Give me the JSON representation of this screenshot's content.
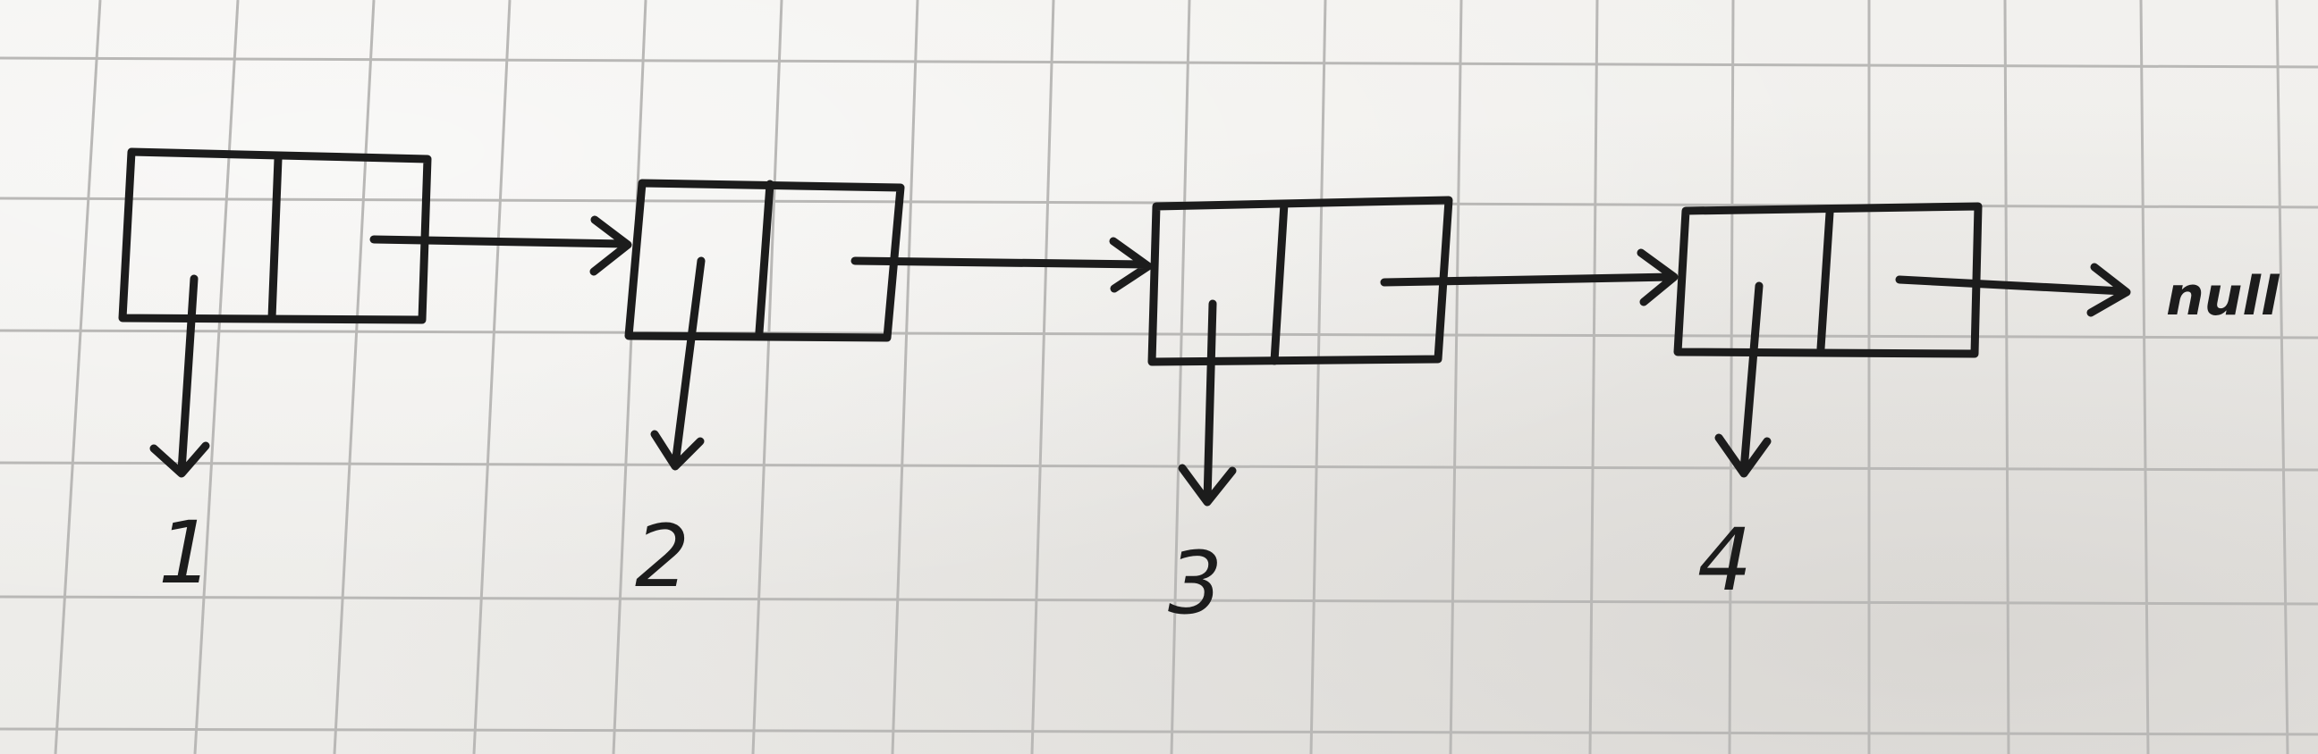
{
  "diagram": {
    "type": "singly-linked-list",
    "nodes": [
      {
        "value": "1"
      },
      {
        "value": "2"
      },
      {
        "value": "3"
      },
      {
        "value": "4"
      }
    ],
    "terminal": "null",
    "ink_color": "#1c1c1c",
    "paper_color": "#efeeeb",
    "grid_color": "#b9b8b6"
  }
}
